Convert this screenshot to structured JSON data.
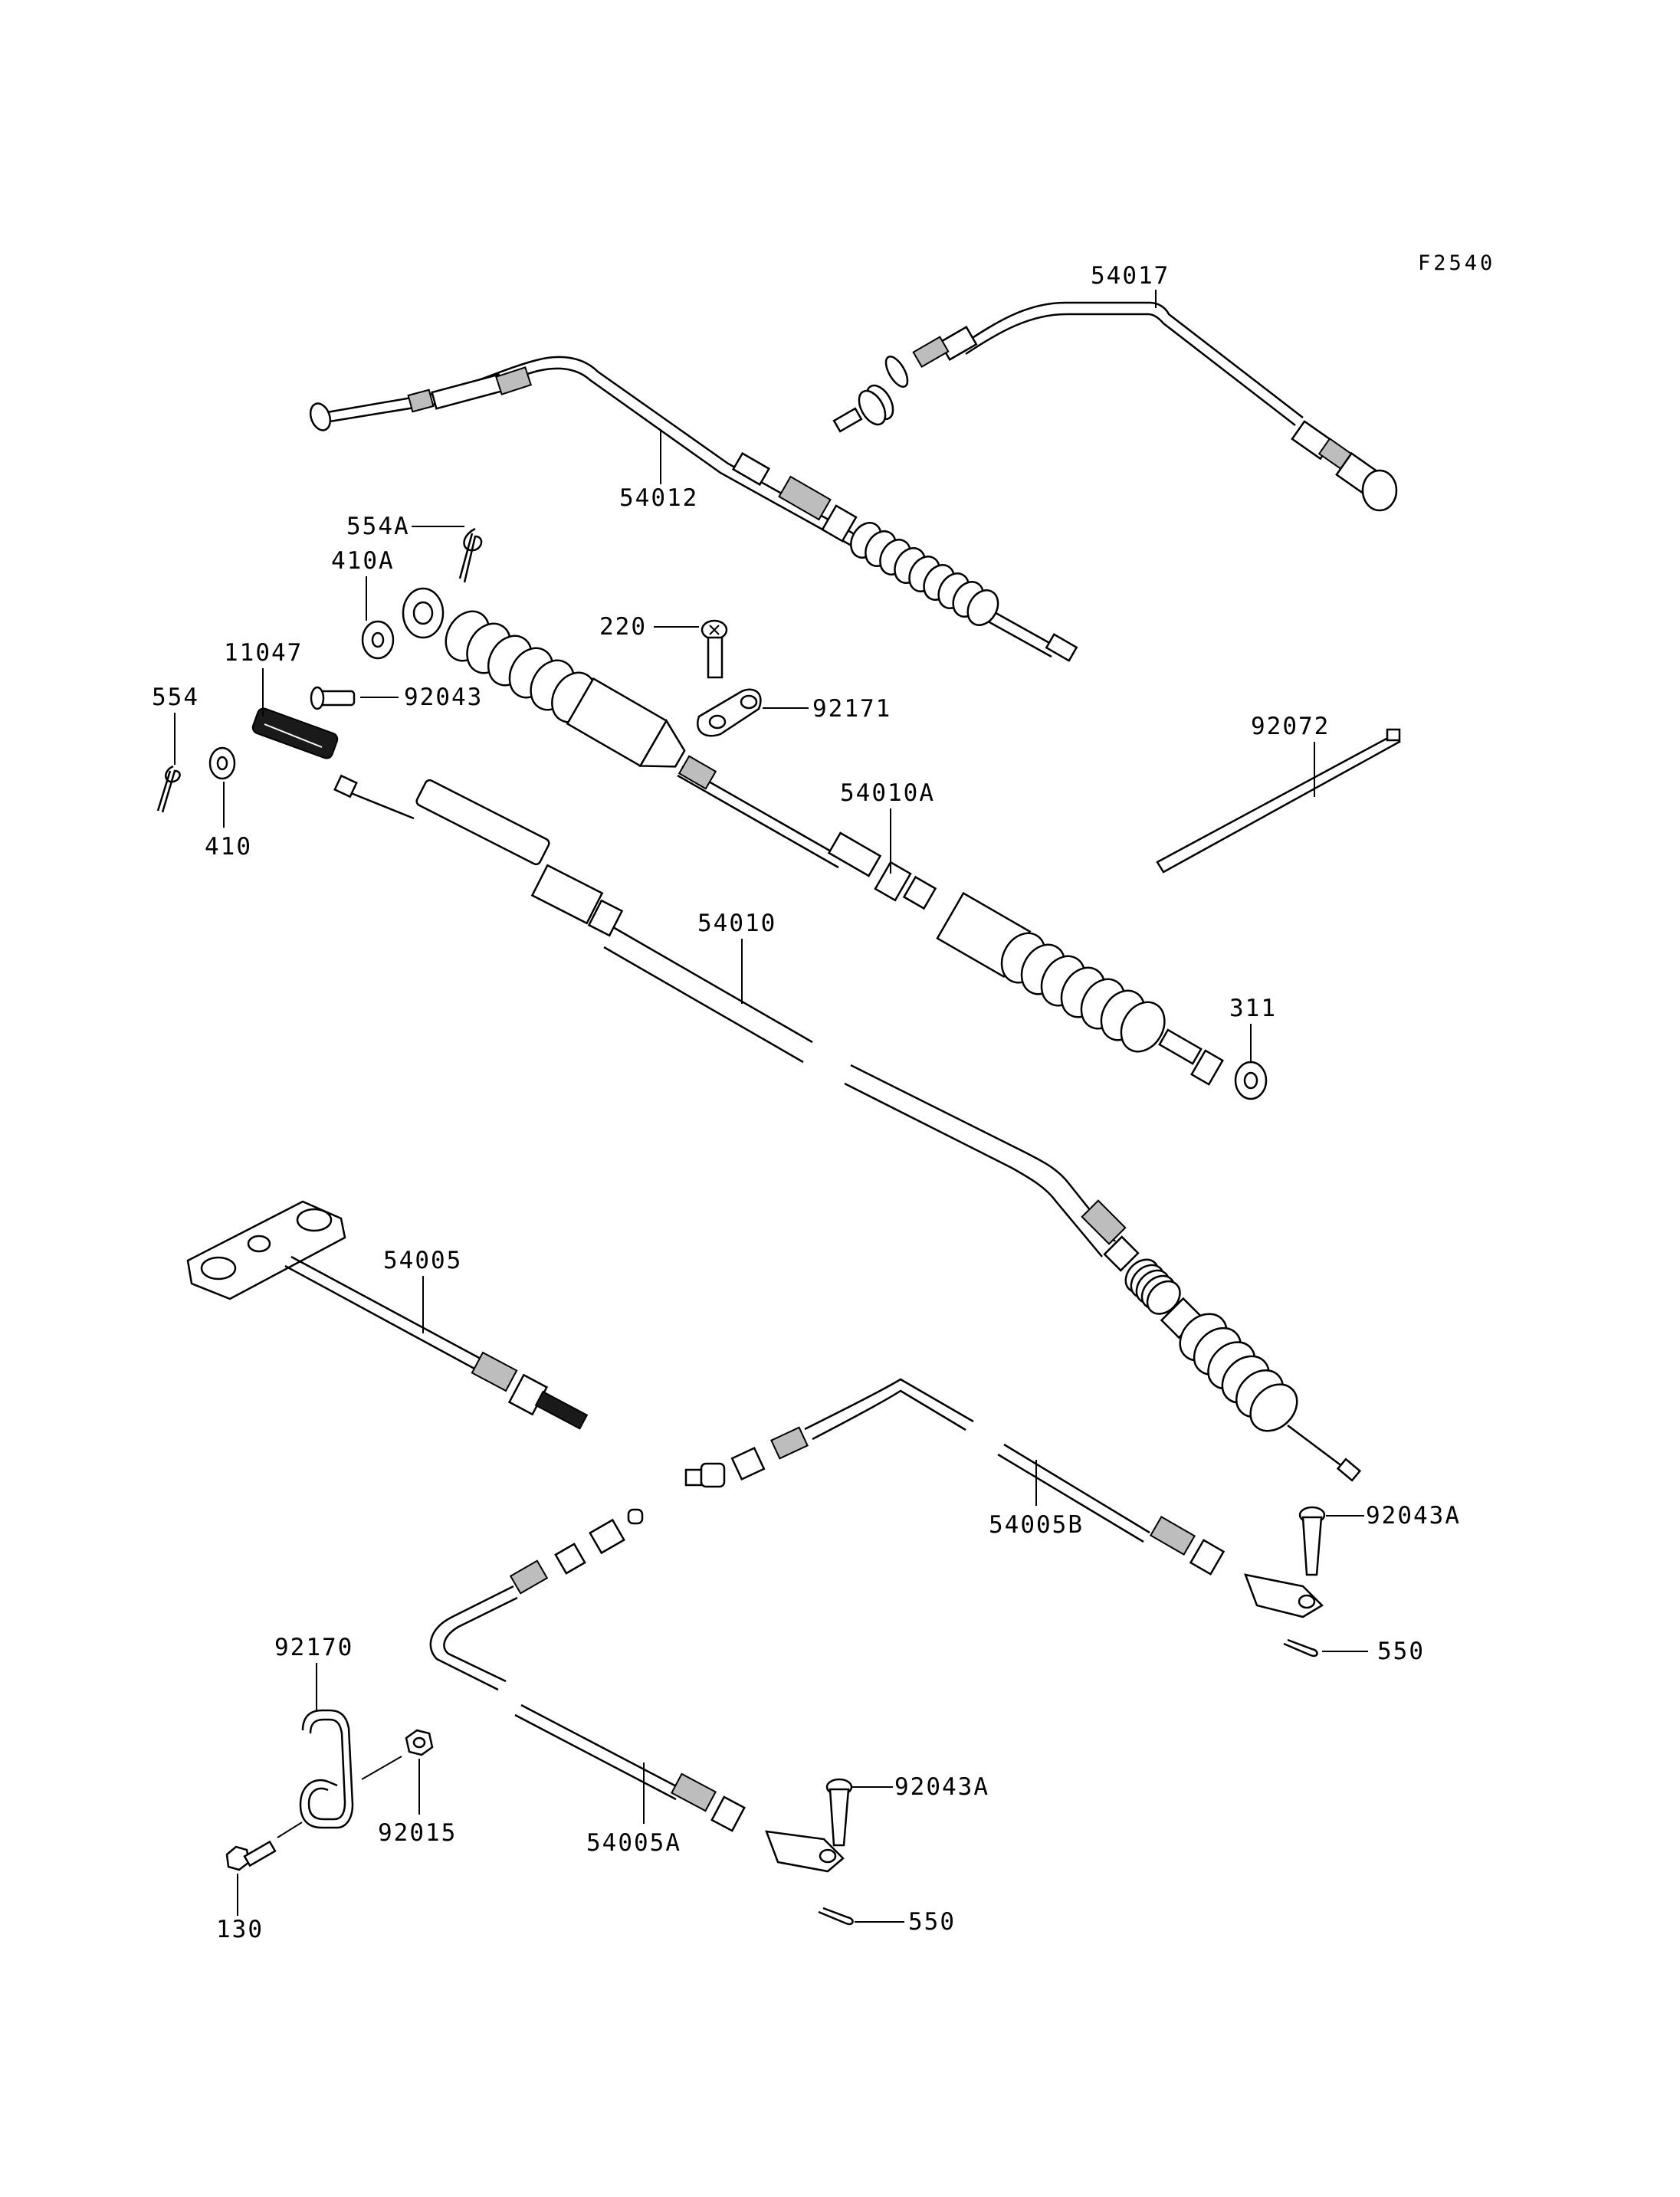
{
  "figure_code": "F2540",
  "callouts": {
    "c54017": "54017",
    "c54012": "54012",
    "c554A": "554A",
    "c410A": "410A",
    "c220": "220",
    "c11047": "11047",
    "c92043": "92043",
    "c92171": "92171",
    "c554": "554",
    "c410": "410",
    "c92072": "92072",
    "c54010A": "54010A",
    "c54010": "54010",
    "c311": "311",
    "c54005": "54005",
    "c54005B": "54005B",
    "c92043A_upper": "92043A",
    "c550_upper": "550",
    "c92170": "92170",
    "c92015": "92015",
    "c130": "130",
    "c54005A": "54005A",
    "c92043A_lower": "92043A",
    "c550_lower": "550"
  },
  "icons": [
    "cable-icon",
    "rubber-boot-icon",
    "nut-icon",
    "washer-icon",
    "cotter-pin-icon",
    "clevis-pin-icon",
    "screw-icon",
    "clamp-icon",
    "cable-tie-icon",
    "bolt-icon",
    "bracket-icon"
  ],
  "colors": {
    "line": "#000000",
    "background": "#ffffff",
    "fill_dark": "#1a1a1a",
    "fill_grey": "#bdbdbd"
  }
}
